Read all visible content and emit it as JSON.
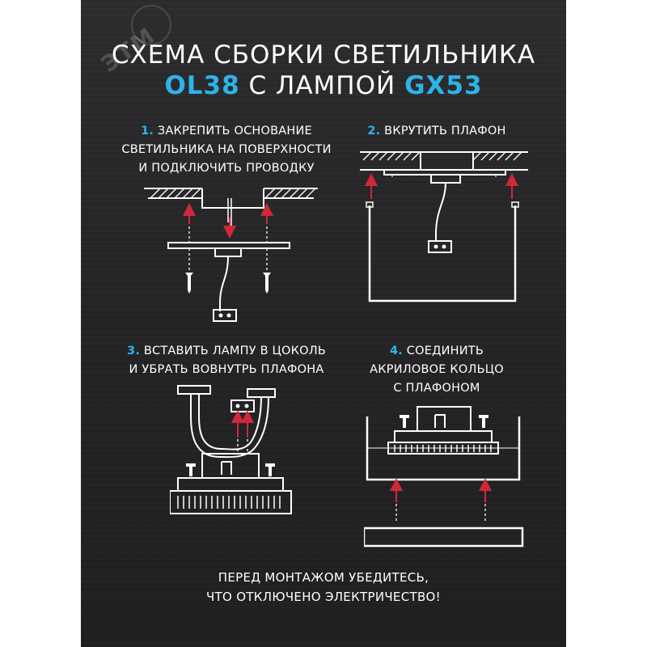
{
  "brand": {
    "watermark": "ЭТМ"
  },
  "title": {
    "line1": "СХЕМА СБОРКИ СВЕТИЛЬНИКА",
    "model": "OL38",
    "middle": " С ЛАМПОЙ ",
    "lamp": "GX53"
  },
  "steps": [
    {
      "num": "1.",
      "lines": [
        "ЗАКРЕПИТЬ ОСНОВАНИЕ",
        "СВЕТИЛЬНИКА НА ПОВЕРХНОСТИ",
        "И ПОДКЛЮЧИТЬ ПРОВОДКУ"
      ]
    },
    {
      "num": "2.",
      "lines": [
        "ВКРУТИТЬ ПЛАФОН"
      ]
    },
    {
      "num": "3.",
      "lines": [
        "ВСТАВИТЬ ЛАМПУ В ЦОКОЛЬ",
        "И УБРАТЬ ВОВНУТРЬ ПЛАФОНА"
      ]
    },
    {
      "num": "4.",
      "lines": [
        "СОЕДИНИТЬ",
        "АКРИЛОВОЕ КОЛЬЦО",
        "С ПЛАФОНОМ"
      ]
    }
  ],
  "warning": [
    "ПЕРЕД МОНТАЖОМ УБЕДИТЕСЬ,",
    "ЧТО ОТКЛЮЧЕНО ЭЛЕКТРИЧЕСТВО!"
  ],
  "colors": {
    "accent": "#2cb4ea",
    "arrow": "#d0283a",
    "line": "#ffffff",
    "background": "#262628"
  }
}
